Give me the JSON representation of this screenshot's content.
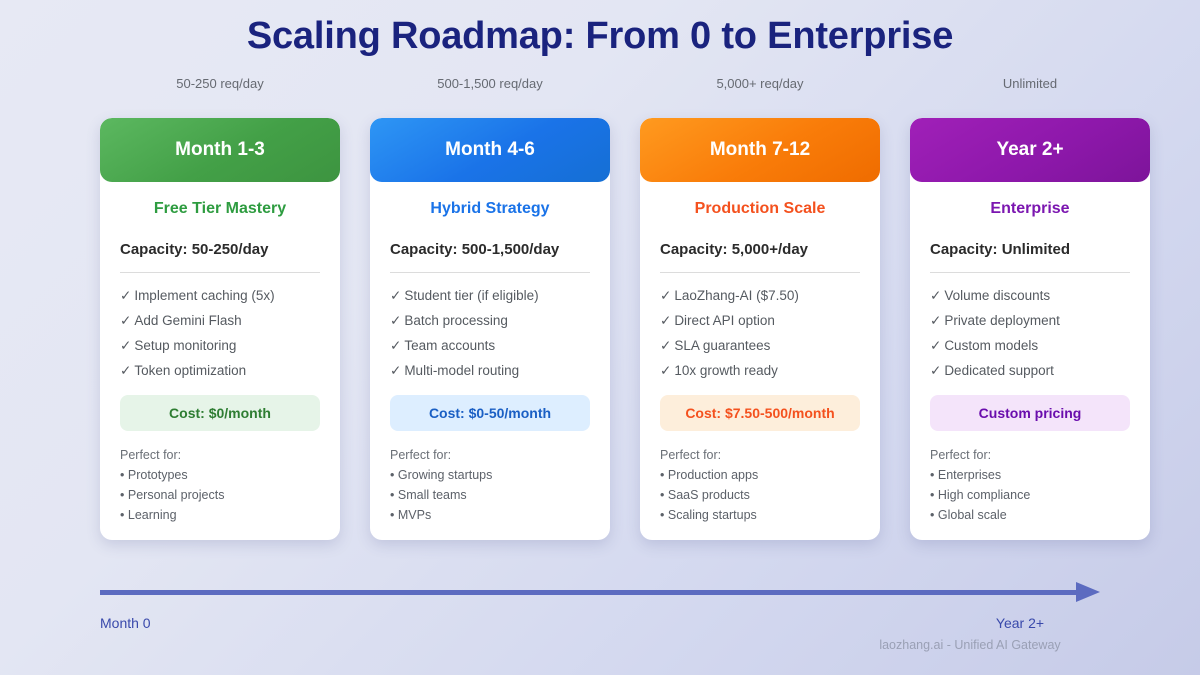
{
  "title": "Scaling Roadmap: From 0 to Enterprise",
  "captions": [
    "50-250 req/day",
    "500-1,500 req/day",
    "5,000+ req/day",
    "Unlimited"
  ],
  "cards": [
    {
      "header": "Month 1-3",
      "subtitle": "Free Tier Mastery",
      "capacity": "Capacity: 50-250/day",
      "features": [
        "Implement caching (5x)",
        "Add Gemini Flash",
        "Setup monitoring",
        "Token optimization"
      ],
      "cost": "Cost: $0/month",
      "perfect_label": "Perfect for:",
      "perfect_items": [
        "Prototypes",
        "Personal projects",
        "Learning"
      ],
      "accent": "#43a047"
    },
    {
      "header": "Month 4-6",
      "subtitle": "Hybrid Strategy",
      "capacity": "Capacity: 500-1,500/day",
      "features": [
        "Student tier (if eligible)",
        "Batch processing",
        "Team accounts",
        "Multi-model routing"
      ],
      "cost": "Cost: $0-50/month",
      "perfect_label": "Perfect for:",
      "perfect_items": [
        "Growing startups",
        "Small teams",
        "MVPs"
      ],
      "accent": "#1a73e8"
    },
    {
      "header": "Month 7-12",
      "subtitle": "Production Scale",
      "capacity": "Capacity: 5,000+/day",
      "features": [
        "LaoZhang-AI ($7.50)",
        "Direct API option",
        "SLA guarantees",
        "10x growth ready"
      ],
      "cost": "Cost: $7.50-500/month",
      "perfect_label": "Perfect for:",
      "perfect_items": [
        "Production apps",
        "SaaS products",
        "Scaling startups"
      ],
      "accent": "#ef6c00"
    },
    {
      "header": "Year 2+",
      "subtitle": "Enterprise",
      "capacity": "Capacity: Unlimited",
      "features": [
        "Volume discounts",
        "Private deployment",
        "Custom models",
        "Dedicated support"
      ],
      "cost": "Custom pricing",
      "perfect_label": "Perfect for:",
      "perfect_items": [
        "Enterprises",
        "High compliance",
        "Global scale"
      ],
      "accent": "#8e18ab"
    }
  ],
  "check_glyph": "✓",
  "bullet_glyph": "•",
  "timeline": {
    "start_label": "Month 0",
    "end_label": "Year 2+",
    "color": "#5c6bc0"
  },
  "footer": "laozhang.ai - Unified AI Gateway",
  "theme": {
    "title_color": "#1a237e",
    "bg_from": "#e7e9f4",
    "bg_to": "#c6cbe8"
  }
}
